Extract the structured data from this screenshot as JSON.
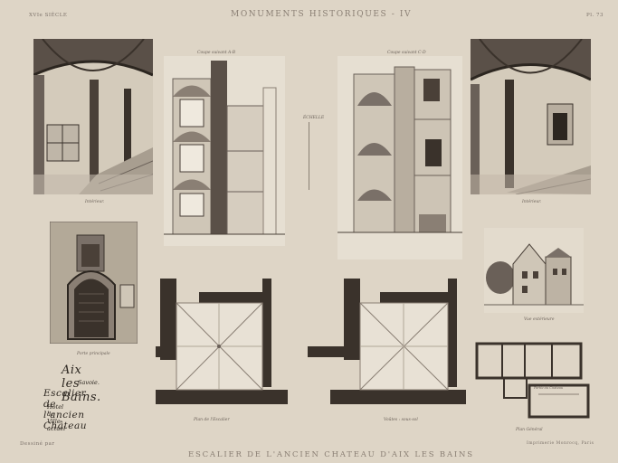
{
  "header": {
    "left": "XVIe SIÈCLE",
    "center": "MONUMENTS HISTORIQUES - IV",
    "right": "Pl. 73"
  },
  "captions": {
    "interior_left": "Intérieur.",
    "section_ab": "Coupe suivant A-B",
    "section_cd": "Coupe suivant C-D",
    "interior_right": "Intérieur.",
    "main_door": "Porte principale",
    "view": "Vue extérieure",
    "stair_plan": "Plan de l'Escalier",
    "vault_plan": "Voûtes : sous-sol",
    "general_plan": "Plan Général",
    "scale": "ÉCHELLE",
    "plan_label": "Partie du Château"
  },
  "title_block": {
    "line1": "Aix les Bains.",
    "line2": "Savoie.",
    "line3": "Escalier de l'ancien Château",
    "line4": "Hôtel de Ville actuel"
  },
  "footer": {
    "left": "Dessiné par",
    "center": "ESCALIER DE L'ANCIEN CHATEAU D'AIX LES BAINS",
    "right": "Imprimerie Monrocq, Paris"
  }
}
